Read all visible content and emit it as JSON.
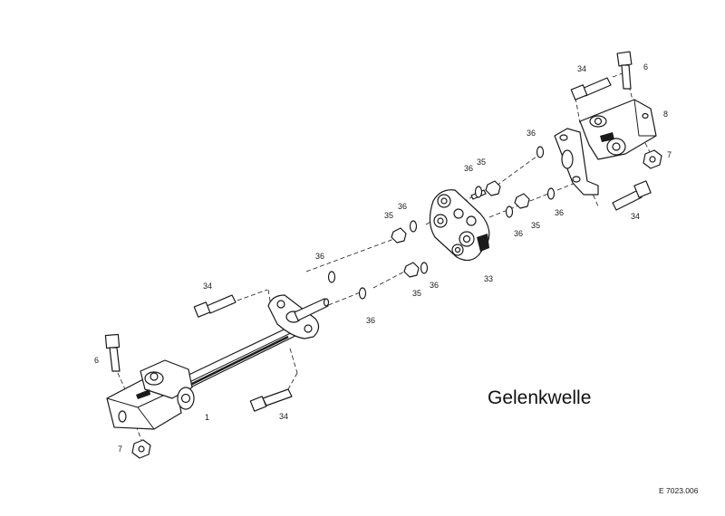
{
  "title": "Gelenkwelle",
  "drawing_ref": "E  7023.006",
  "part_labels": {
    "l1": "1",
    "l6a": "6",
    "l6b": "6",
    "l7a": "7",
    "l7b": "7",
    "l8": "8",
    "l33": "33",
    "l34a": "34",
    "l34b": "34",
    "l34c": "34",
    "l34d": "34",
    "l35a": "35",
    "l35b": "35",
    "l35c": "35",
    "l35d": "35",
    "l36a": "36",
    "l36b": "36",
    "l36c": "36",
    "l36d": "36",
    "l36e": "36",
    "l36f": "36",
    "l36g": "36",
    "l36h": "36"
  }
}
